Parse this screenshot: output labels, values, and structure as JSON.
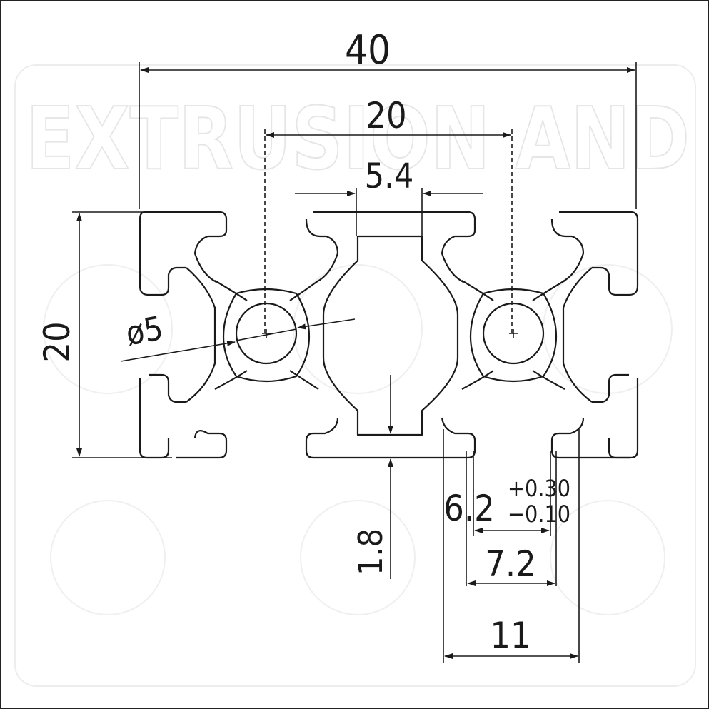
{
  "watermark": {
    "text": "EXTRUSION AND"
  },
  "dimensions": {
    "overall_width": "40",
    "hole_pitch": "20",
    "slot_opening": "5.4",
    "height": "20",
    "hole_diameter": "ø5",
    "wall_thickness": "1.8",
    "slot_width_nominal": "6.2",
    "tolerance_upper": "+0.30",
    "tolerance_lower": "−0.10",
    "inner_slot_width": "7.2",
    "slot_outer_width": "11"
  },
  "colors": {
    "line": "#1a1a1a",
    "watermark": "#e6e6e6"
  }
}
